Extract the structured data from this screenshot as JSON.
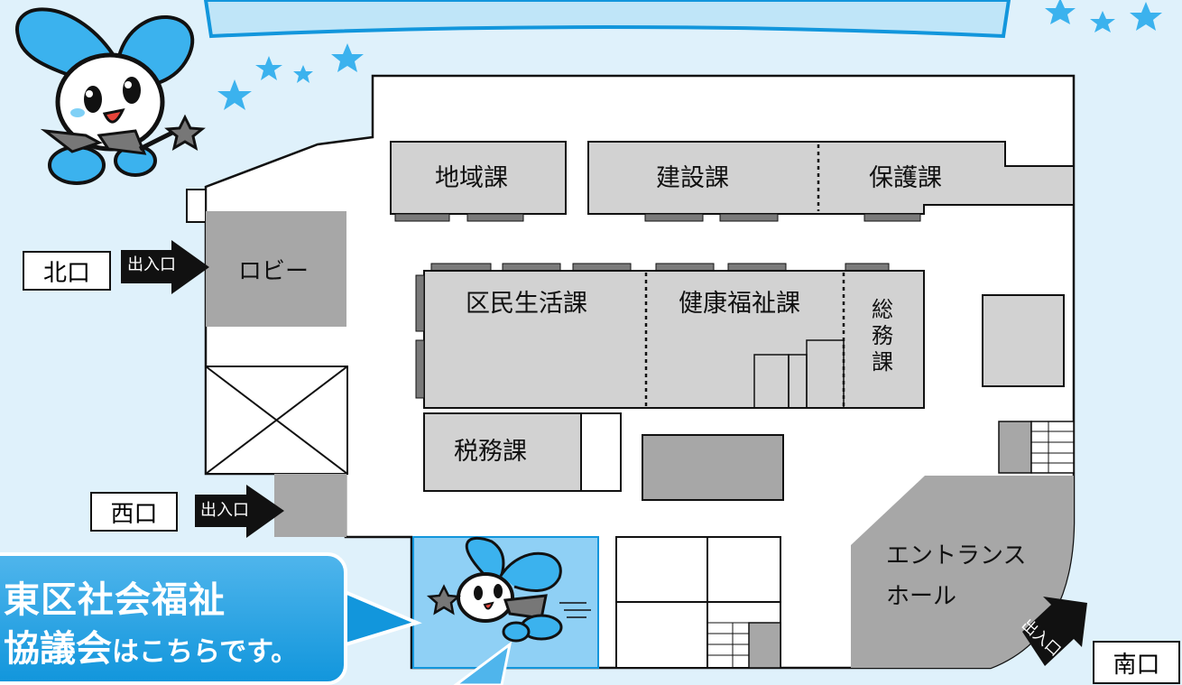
{
  "map": {
    "rooms": {
      "chiiki": "地域課",
      "kensetsu": "建設課",
      "hogo": "保護課",
      "kumin_seikatsu": "区民生活課",
      "kenko_fukushi": "健康福祉課",
      "somu": "総務課",
      "zeimu": "税務課",
      "lobby": "ロビー",
      "entrance_hall_line1": "エントランス",
      "entrance_hall_line2": "ホール"
    },
    "gates": {
      "north": "北口",
      "west": "西口",
      "south": "南口"
    },
    "exit_label": "出入口",
    "callout": {
      "line1": "東区社会福祉",
      "line2_main": "協議会",
      "line2_suffix": "はこちらです。"
    }
  },
  "colors": {
    "background": "#dff1fb",
    "floor": "#ffffff",
    "room_gray": "#d2d2d2",
    "dark_gray": "#a7a7a7",
    "highlight_blue": "#8fd0f5",
    "brand_blue": "#1296dc",
    "outline": "#111111"
  },
  "icons": [
    "mascot-character-icon",
    "star-icon",
    "exit-arrow-icon"
  ]
}
